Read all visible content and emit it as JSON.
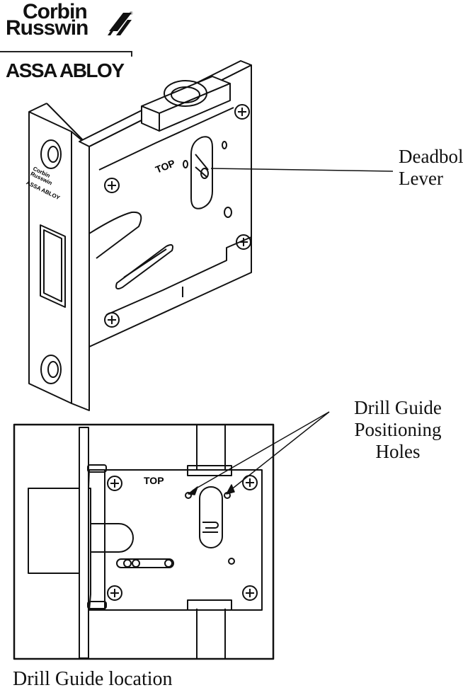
{
  "brand": {
    "line1": "Corbin",
    "line2": "Russwin",
    "parent": "ASSA ABLOY",
    "registered": "®"
  },
  "lock_top_view": {
    "top_label": "TOP",
    "faceplate_brand_line1": "Corbin",
    "faceplate_brand_line2": "Russwin",
    "faceplate_parent": "ASSA ABLOY"
  },
  "lock_front_view": {
    "top_label": "TOP"
  },
  "callouts": {
    "deadbolt_line1": "Deadbolt",
    "deadbolt_line2": "Lever",
    "drill_line1": "Drill Guide",
    "drill_line2": "Positioning",
    "drill_line3": "Holes"
  },
  "caption": "Drill Guide location",
  "colors": {
    "ink": "#111111",
    "background": "#ffffff"
  }
}
